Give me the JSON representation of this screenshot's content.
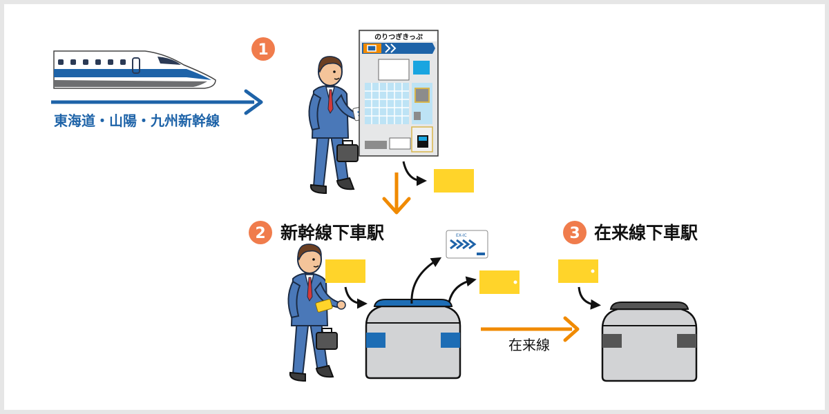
{
  "route": {
    "label": "東海道・山陽・九州新幹線"
  },
  "steps": [
    {
      "num": "1",
      "label": ""
    },
    {
      "num": "2",
      "label": "新幹線下車駅"
    },
    {
      "num": "3",
      "label": "在来線下車駅"
    }
  ],
  "machine": {
    "title": "のりつぎきっぷ"
  },
  "transfer": {
    "label": "在来線"
  },
  "ex_card": {
    "label": "EX-IC"
  },
  "colors": {
    "navy": "#1e63a8",
    "orange": "#f08a00",
    "step_badge": "#f07c4c",
    "ticket_yellow": "#ffd42a",
    "gate_gray": "#d2d3d5",
    "gate_blue": "#1d6db5",
    "suit_blue": "#4a78b8"
  }
}
